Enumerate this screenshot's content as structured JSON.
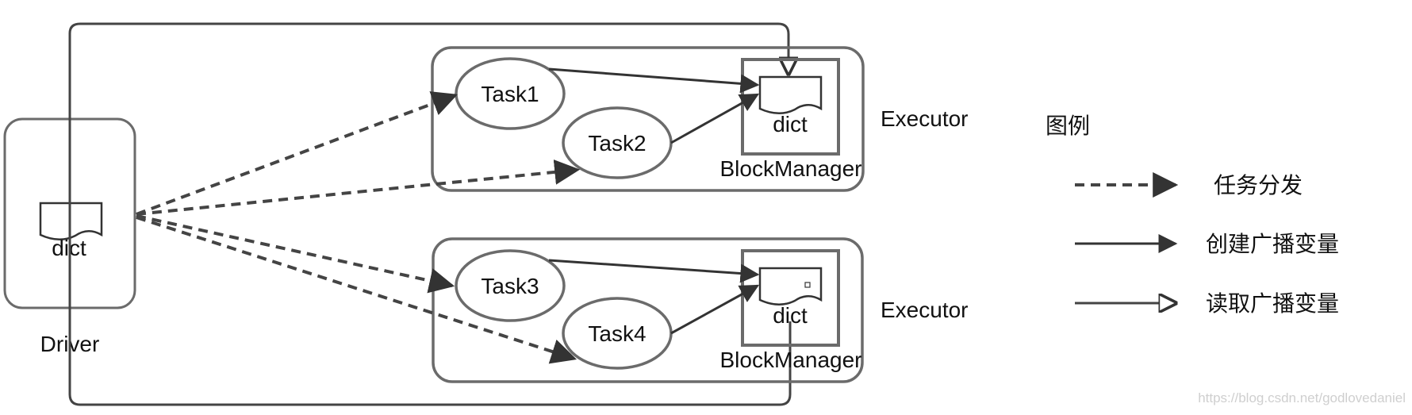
{
  "driver": {
    "label": "Driver",
    "dict_label": "dict"
  },
  "tasks": [
    "Task1",
    "Task2",
    "Task3",
    "Task4"
  ],
  "executors": [
    {
      "label": "Executor",
      "blockmanager_label": "BlockManager",
      "dict_label": "dict"
    },
    {
      "label": "Executor",
      "blockmanager_label": "BlockManager",
      "dict_label": "dict"
    }
  ],
  "legend": {
    "title": "图例",
    "items": [
      {
        "label": "任务分发",
        "style": "dashed"
      },
      {
        "label": "创建广播变量",
        "style": "solid"
      },
      {
        "label": "读取广播变量",
        "style": "solid-open"
      }
    ]
  },
  "watermark": "https://blog.csdn.net/godlovedaniel",
  "colors": {
    "box_stroke": "#6b6b6b",
    "line": "#333333",
    "text": "#111111"
  }
}
